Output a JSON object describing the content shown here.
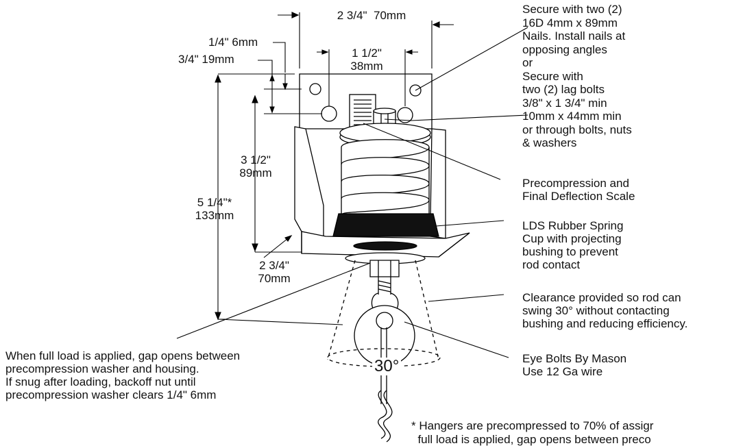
{
  "dims": {
    "top_width": "2 3/4\"  70mm",
    "small_offset": "1/4\" 6mm",
    "hole_offset": "3/4\" 19mm",
    "hole_spacing": "1 1/2\"\n38mm",
    "inner_height": "3 1/2\"\n89mm",
    "overall_height": "5 1/4\"*\n133mm",
    "base_width": "2 3/4\"\n70mm"
  },
  "callouts": {
    "nails": "Secure with two (2)\n16D 4mm x 89mm\nNails. Install nails at\nopposing angles\nor\nSecure with\ntwo (2) lag bolts\n3/8\" x 1 3/4\" min\n10mm x 44mm min\nor through bolts, nuts\n& washers",
    "scale": "Precompression and\nFinal Deflection Scale",
    "cup": "LDS Rubber Spring\nCup with projecting\nbushing to prevent\nrod contact",
    "clearance": "Clearance provided so rod can\nswing 30° without contacting\nbushing and reducing efficiency.",
    "eye_bolt": "Eye Bolts By Mason\nUse 12 Ga wire",
    "gap": "When full load is applied, gap opens between\nprecompression washer and housing.\nIf snug after loading, backoff nut until\nprecompression washer clears 1/4\" 6mm"
  },
  "angle_label": "30°",
  "footnote": "* Hangers are precompressed to 70% of assigr\n  full load is applied, gap opens between preco"
}
